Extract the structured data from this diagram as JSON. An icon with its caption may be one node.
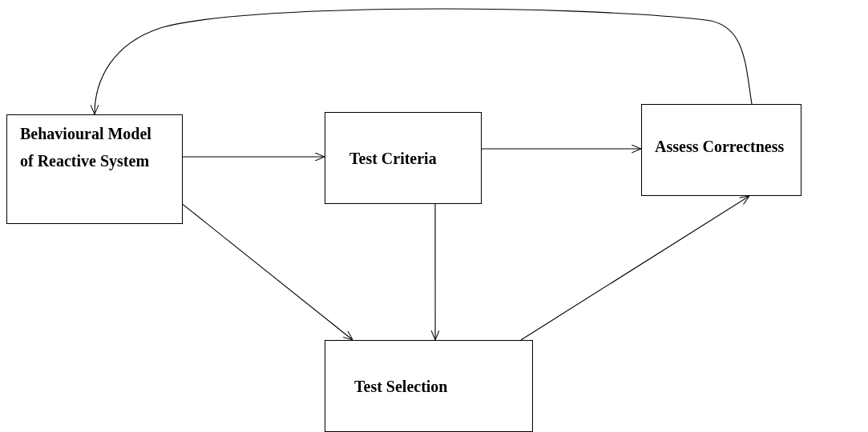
{
  "diagram": {
    "nodes": [
      {
        "text": [
          "Behavioural Model of Reactive System"
        ]
      },
      {
        "text": [
          "Test Criteria"
        ]
      },
      {
        "text": [
          "Assess Correctness"
        ]
      },
      {
        "text": [
          "Test Selection"
        ]
      }
    ],
    "edges": [
      {
        "from": 0,
        "to": 1,
        "arrow": "to"
      },
      {
        "from": 1,
        "to": 2,
        "arrow": "to"
      },
      {
        "from": 0,
        "to": 3,
        "arrow": "to"
      },
      {
        "from": 1,
        "to": 3,
        "arrow": "to"
      },
      {
        "from": 3,
        "to": 2,
        "arrow": "to"
      },
      {
        "from": 2,
        "to": 0,
        "arrow": "to"
      }
    ]
  }
}
